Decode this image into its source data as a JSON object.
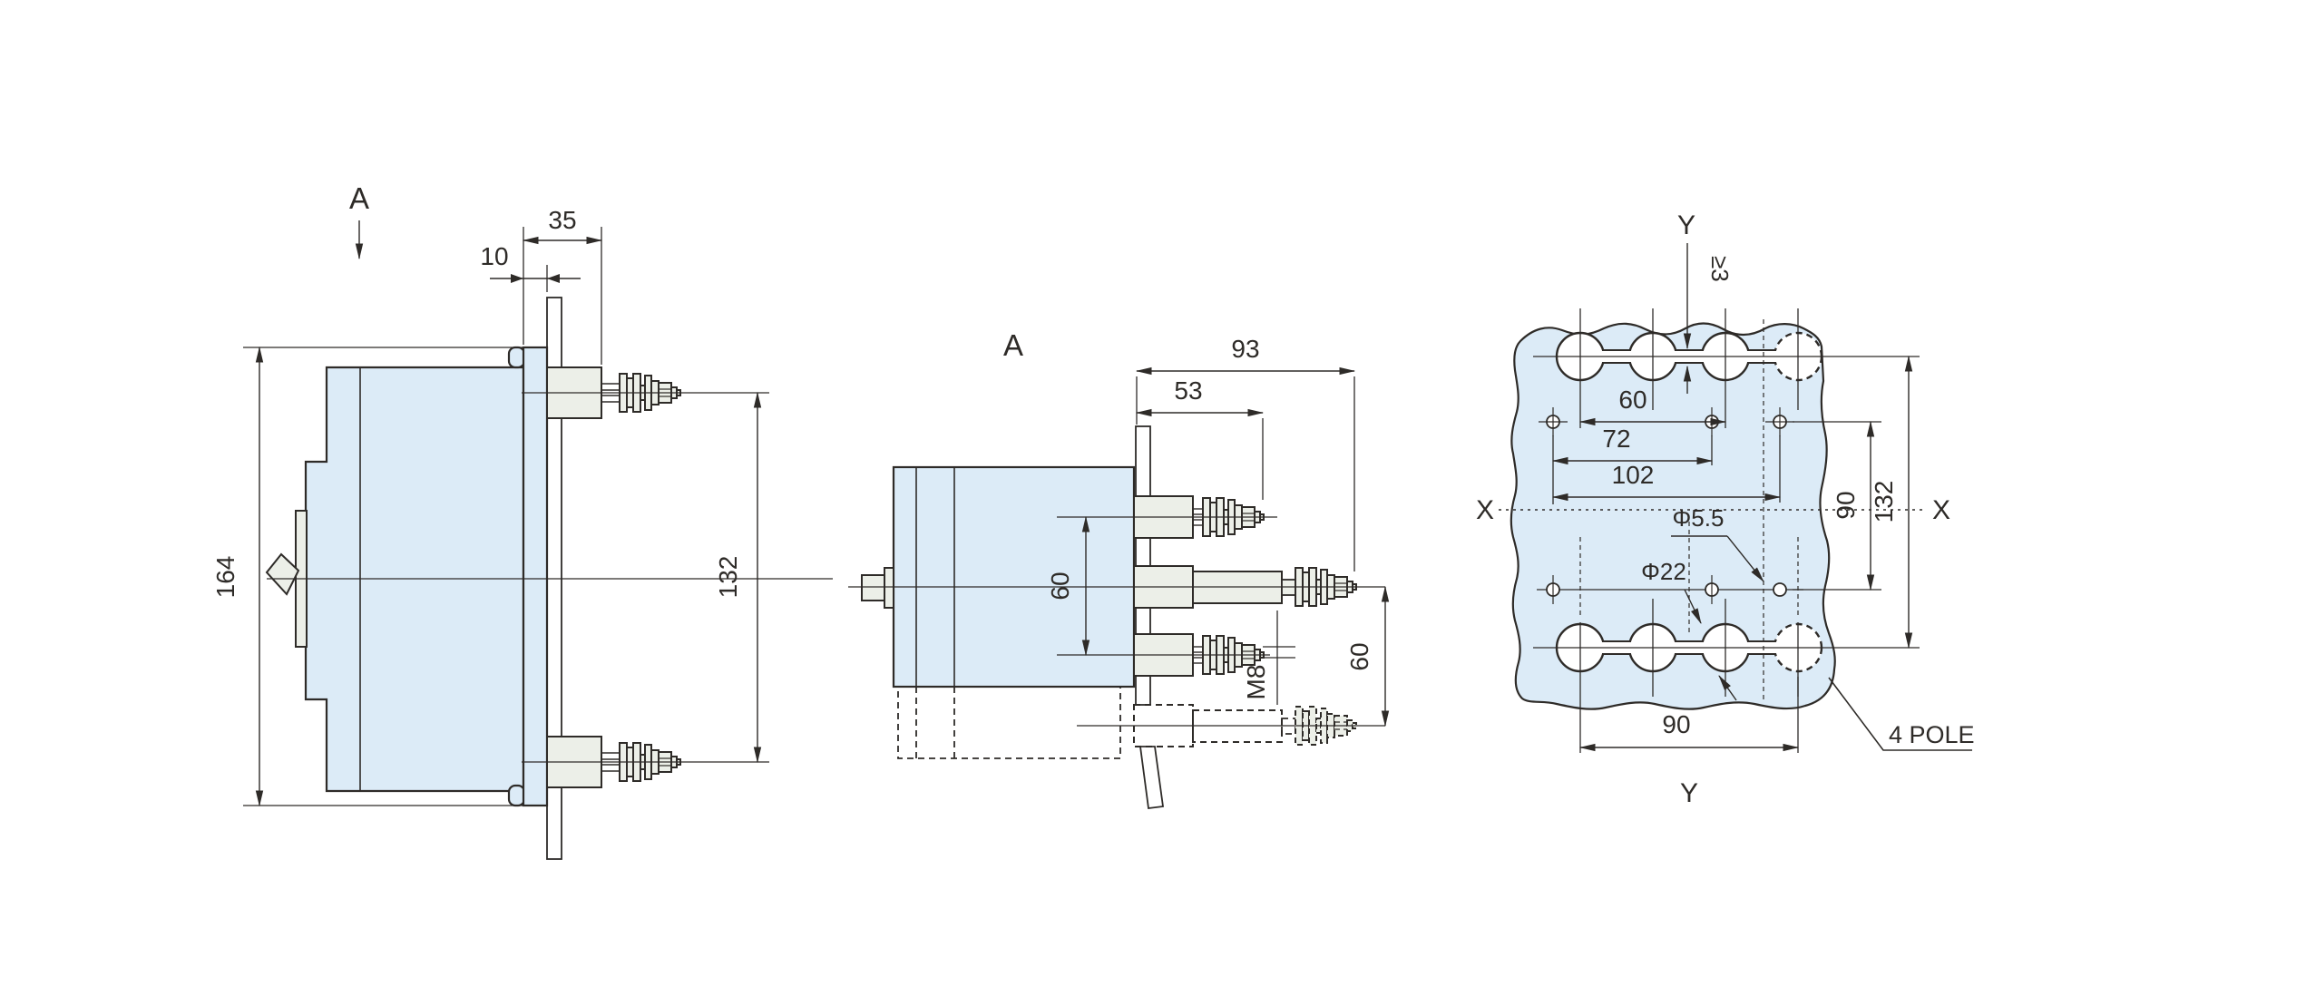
{
  "drawing": {
    "left_view": {
      "view_label": "A",
      "dim_width": "35",
      "dim_offset": "10",
      "dim_height": "164",
      "dim_terminal_span": "132"
    },
    "top_view": {
      "view_label": "A",
      "dim_depth_total": "93",
      "dim_depth_upper": "53",
      "dim_pole_span_left": "60",
      "dim_pole_span_right": "60",
      "thread_label": "M8"
    },
    "panel_view": {
      "axis_y_top": "Y",
      "axis_y_bottom": "Y",
      "axis_x_left": "X",
      "axis_x_right": "X",
      "min_web": "≥3",
      "dim_pole_span": "60",
      "dim_mount_mid": "72",
      "dim_mount_outer": "102",
      "dim_mount_vertical": "90",
      "dim_row_span": "132",
      "dim_4pole_span": "90",
      "small_hole_label": "Φ5.5",
      "large_hole_label": "Φ22",
      "four_pole_label": "4 POLE"
    }
  },
  "colors": {
    "body_fill": "#dcebf7",
    "hardware_fill": "#ecefe8",
    "line_color": "#2e2b28",
    "background": "#ffffff"
  }
}
